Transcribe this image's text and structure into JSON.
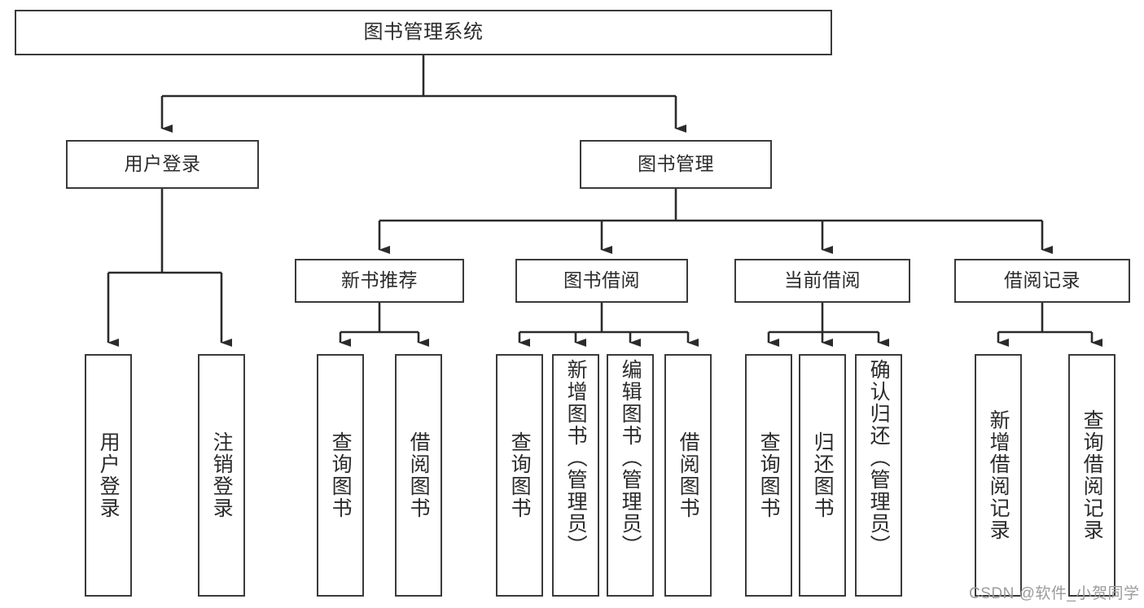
{
  "diagram": {
    "title": "图书管理系统",
    "type": "tree-hierarchy",
    "watermark": "CSDN @软件_小贺同学",
    "colors": {
      "background": "#ffffff",
      "box_border": "#3a3a3a",
      "box_fill": "#ffffff",
      "connector": "#2b2b2b",
      "text": "#2b2b2b",
      "watermark": "#9b9b9b"
    },
    "levels": [
      {
        "level": 0,
        "nodes": [
          {
            "id": "root",
            "label": "图书管理系统",
            "orientation": "horizontal"
          }
        ]
      },
      {
        "level": 1,
        "nodes": [
          {
            "id": "login",
            "label": "用户登录",
            "orientation": "horizontal",
            "parent": "root"
          },
          {
            "id": "bookmgmt",
            "label": "图书管理",
            "orientation": "horizontal",
            "parent": "root"
          }
        ]
      },
      {
        "level": 2,
        "nodes": [
          {
            "id": "newbook",
            "label": "新书推荐",
            "orientation": "horizontal",
            "parent": "bookmgmt"
          },
          {
            "id": "borrow",
            "label": "图书借阅",
            "orientation": "horizontal",
            "parent": "bookmgmt"
          },
          {
            "id": "current",
            "label": "当前借阅",
            "orientation": "horizontal",
            "parent": "bookmgmt"
          },
          {
            "id": "records",
            "label": "借阅记录",
            "orientation": "horizontal",
            "parent": "bookmgmt"
          }
        ]
      },
      {
        "level": 3,
        "nodes": [
          {
            "id": "leaf1",
            "label": "用户登录",
            "orientation": "vertical",
            "parent": "login"
          },
          {
            "id": "leaf2",
            "label": "注销登录",
            "orientation": "vertical",
            "parent": "login"
          },
          {
            "id": "leaf3",
            "label": "查询图书",
            "orientation": "vertical",
            "parent": "newbook"
          },
          {
            "id": "leaf4",
            "label": "借阅图书",
            "orientation": "vertical",
            "parent": "newbook"
          },
          {
            "id": "leaf5",
            "label": "查询图书",
            "orientation": "vertical",
            "parent": "borrow"
          },
          {
            "id": "leaf6",
            "label": "新增图书（管理员）",
            "orientation": "vertical",
            "parent": "borrow"
          },
          {
            "id": "leaf7",
            "label": "编辑图书（管理员）",
            "orientation": "vertical",
            "parent": "borrow"
          },
          {
            "id": "leaf8",
            "label": "借阅图书",
            "orientation": "vertical",
            "parent": "borrow"
          },
          {
            "id": "leaf9",
            "label": "查询图书",
            "orientation": "vertical",
            "parent": "current"
          },
          {
            "id": "leaf10",
            "label": "归还图书",
            "orientation": "vertical",
            "parent": "current"
          },
          {
            "id": "leaf11",
            "label": "确认归还（管理员）",
            "orientation": "vertical",
            "parent": "current"
          },
          {
            "id": "leaf12",
            "label": "新增借阅记录",
            "orientation": "vertical",
            "parent": "records"
          },
          {
            "id": "leaf13",
            "label": "查询借阅记录",
            "orientation": "vertical",
            "parent": "records"
          }
        ]
      }
    ]
  }
}
